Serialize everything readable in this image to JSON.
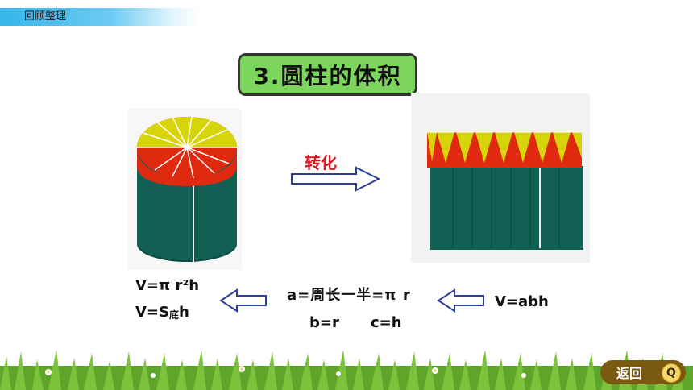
{
  "header": {
    "title": "回顾整理"
  },
  "section_title": "3.圆柱的体积",
  "conversion_label": "转化",
  "formulas": {
    "cylinder_volume_1": "V=π r²h",
    "cylinder_volume_2_prefix": "V=S",
    "cylinder_volume_2_sub": "底",
    "cylinder_volume_2_suffix": "h",
    "a_equals": "a=周长一半=π r",
    "b_equals": "b=r",
    "c_equals": "c=h",
    "cuboid_volume": "V=abh"
  },
  "colors": {
    "header_blue": "#34b5ea",
    "title_green": "#7cd65d",
    "cylinder_body": "#0f5a4e",
    "sector_red": "#e02a10",
    "sector_yellow": "#d8d40a",
    "accent_red": "#e0161e",
    "arrow_blue": "#2c3e99"
  },
  "back_button": {
    "label": "返回",
    "icon": "q-logo-icon"
  }
}
